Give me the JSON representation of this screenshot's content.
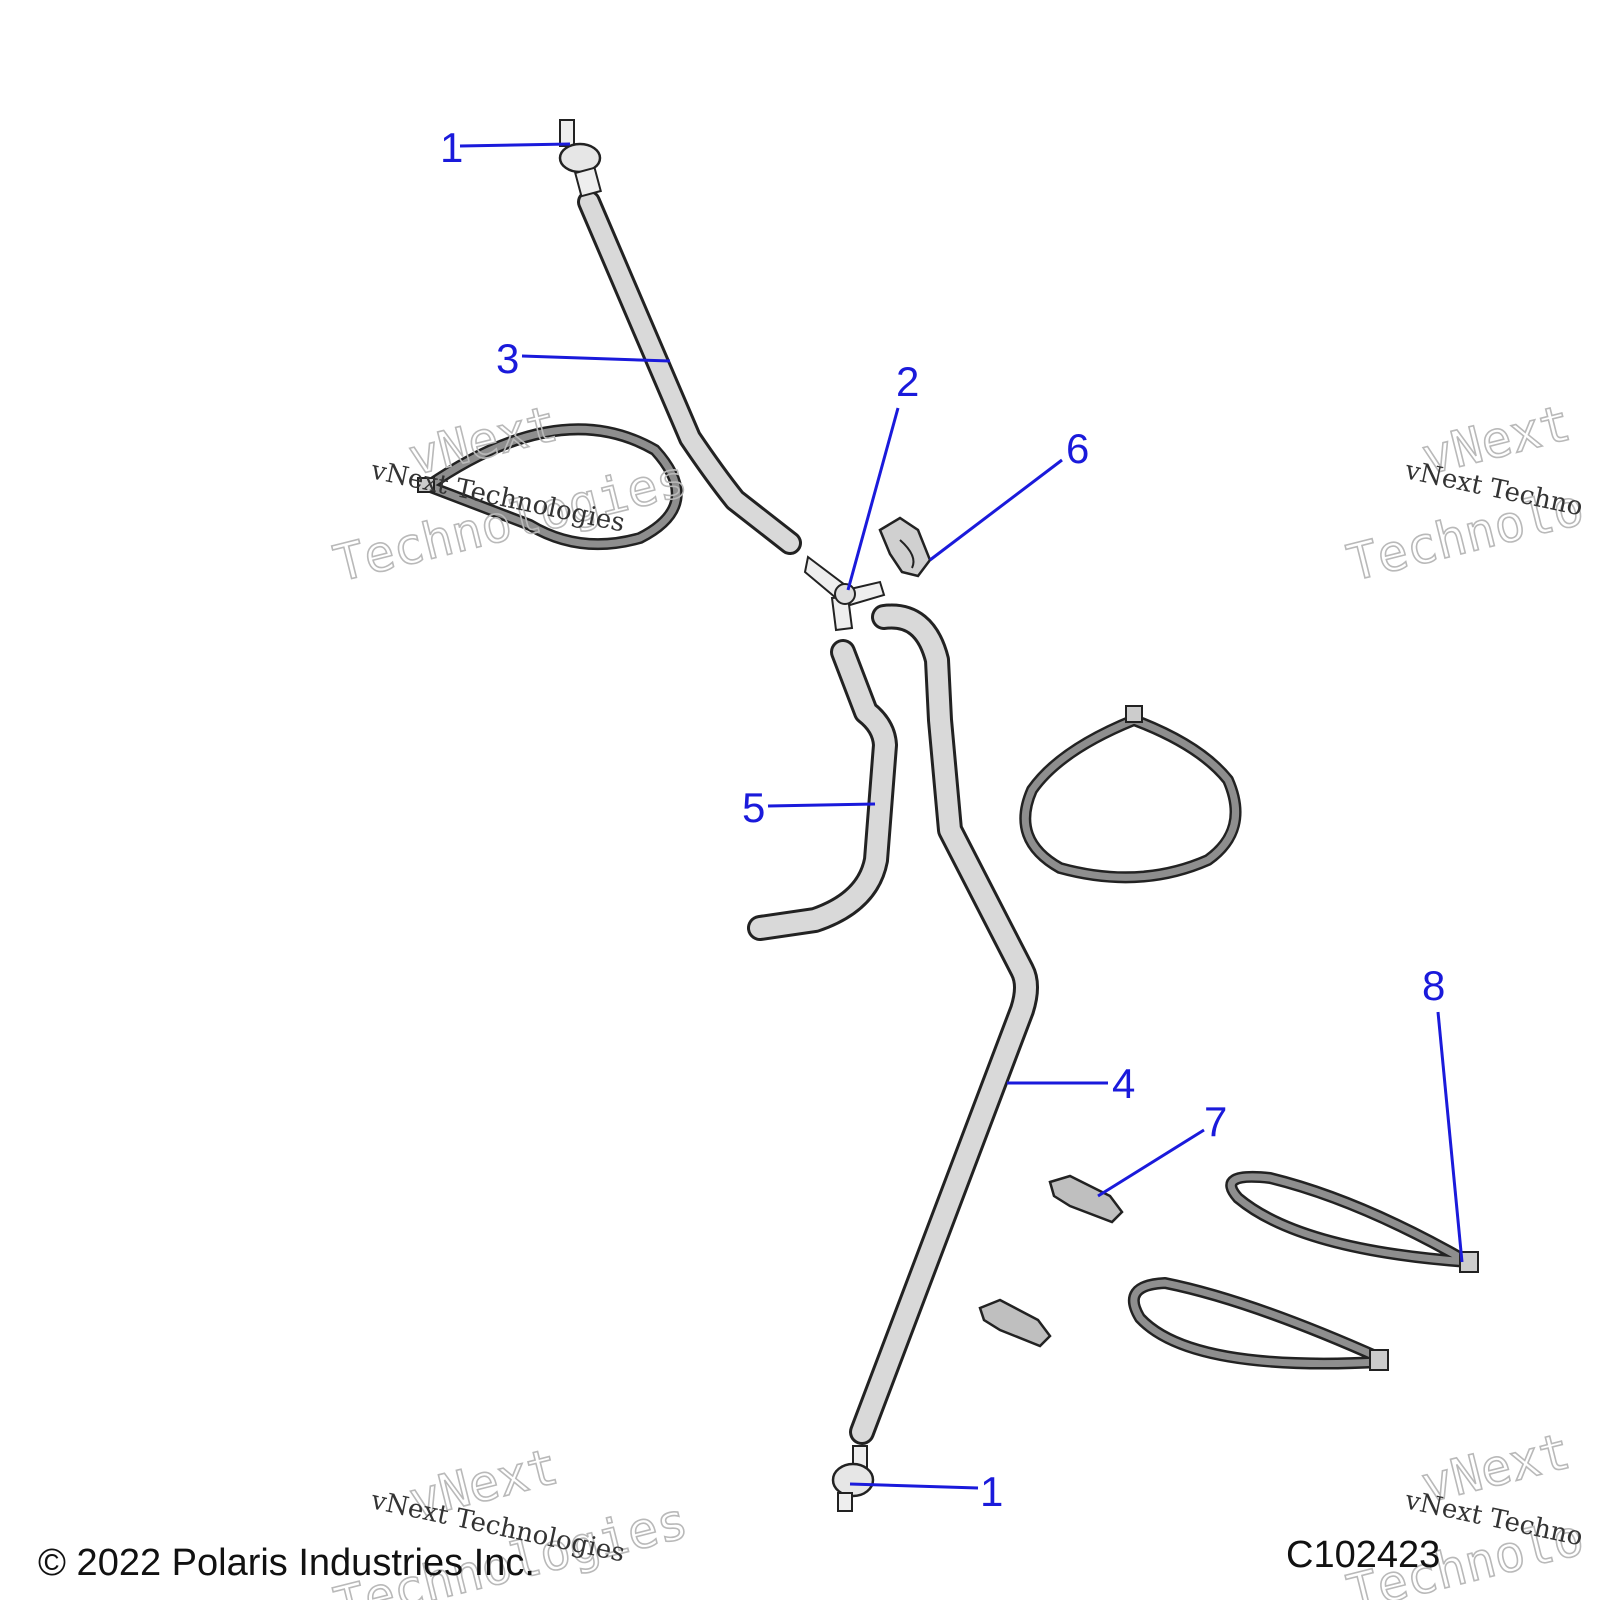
{
  "callouts": [
    "1",
    "3",
    "2",
    "6",
    "5",
    "4",
    "7",
    "8",
    "1"
  ],
  "watermark": {
    "line1": "vNext",
    "line2": "Technologies",
    "small": "vNext Technologies",
    "small_clipped": "vNext Techno",
    "line2_clipped": "Technolo"
  },
  "footer": {
    "copyright": "© 2022 Polaris Industries Inc.",
    "code": "C102423"
  }
}
